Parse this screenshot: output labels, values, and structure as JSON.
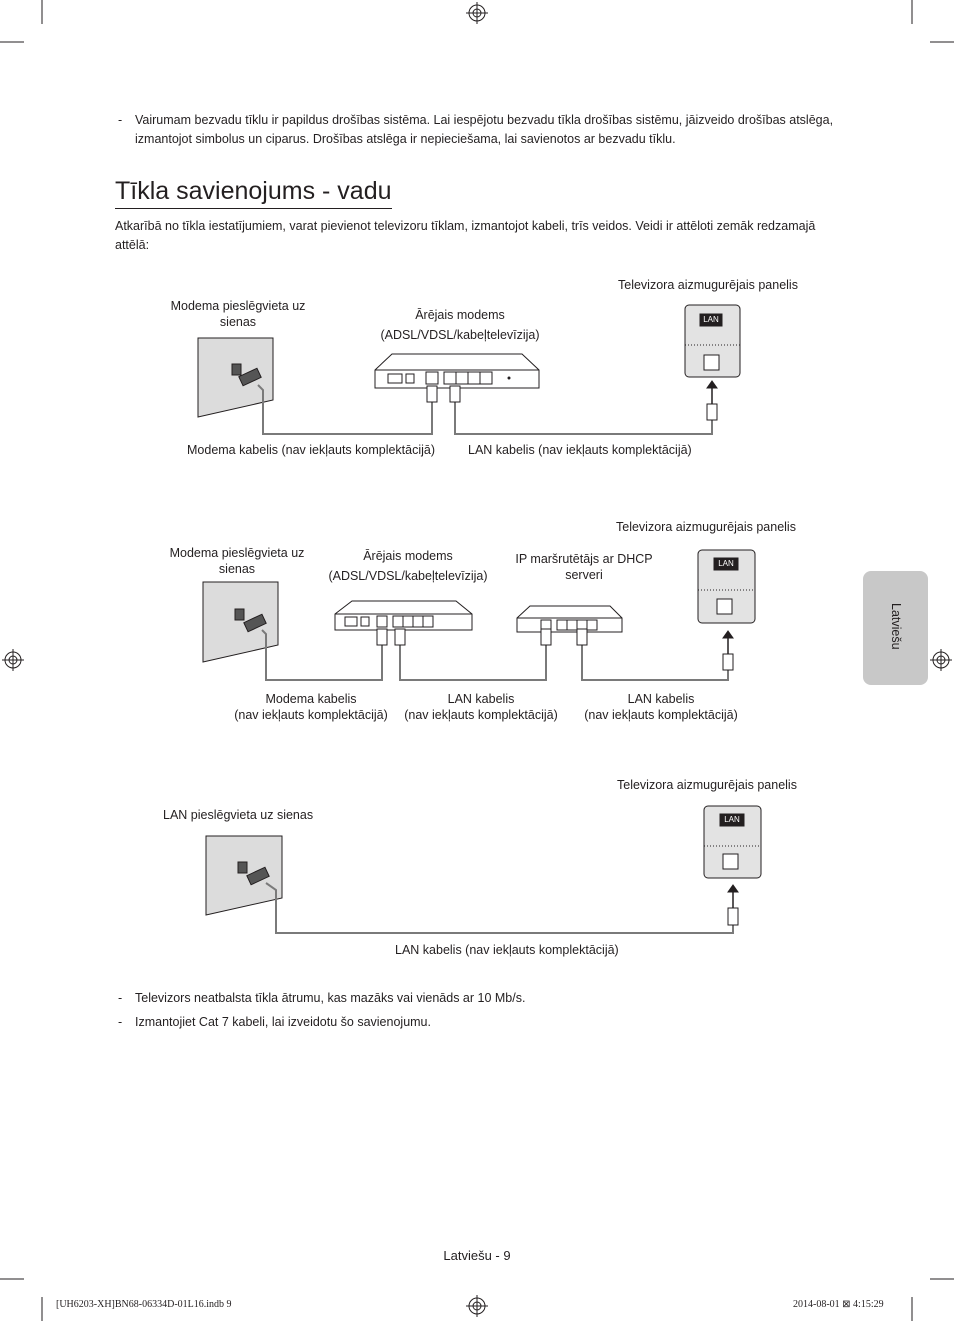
{
  "intro_bullet": "Vairumam bezvadu tīklu ir papildus drošības sistēma. Lai iespējotu bezvadu tīkla drošības sistēmu, jāizveido drošības atslēga, izmantojot simbolus un ciparus. Drošības atslēga ir nepieciešama, lai savienotos ar bezvadu tīklu.",
  "title": "Tīkla savienojums - vadu",
  "description": "Atkarībā no tīkla iestatījumiem, varat pievienot televizoru tīklam, izmantojot kabeli, trīs veidos. Veidi ir attēloti zemāk redzamajā attēlā:",
  "diagram1": {
    "tv_panel": "Televizora aizmugurējais panelis",
    "wall_port": "Modema pieslēgvieta uz sienas",
    "modem": "Ārējais modems",
    "modem_type": "(ADSL/VDSL/kabeļtelevīzija)",
    "modem_cable": "Modema kabelis (nav iekļauts komplektācijā)",
    "lan_cable": "LAN kabelis (nav iekļauts komplektācijā)",
    "lan_label": "LAN"
  },
  "diagram2": {
    "tv_panel": "Televizora aizmugurējais panelis",
    "wall_port": "Modema pieslēgvieta uz sienas",
    "modem": "Ārējais modems",
    "modem_type": "(ADSL/VDSL/kabeļtelevīzija)",
    "router": "IP maršrutētājs ar DHCP serveri",
    "modem_cable": "Modema kabelis",
    "modem_cable_note": "(nav iekļauts komplektācijā)",
    "lan_cable_a": "LAN kabelis",
    "lan_cable_a_note": "(nav iekļauts komplektācijā)",
    "lan_cable_b": "LAN kabelis",
    "lan_cable_b_note": "(nav iekļauts komplektācijā)",
    "lan_label": "LAN"
  },
  "diagram3": {
    "tv_panel": "Televizora aizmugurējais panelis",
    "wall_port": "LAN pieslēgvieta uz sienas",
    "lan_cable": "LAN kabelis (nav iekļauts komplektācijā)",
    "lan_label": "LAN"
  },
  "notes": [
    "Televizors neatbalsta tīkla ātrumu, kas mazāks vai vienāds ar 10 Mb/s.",
    "Izmantojiet Cat 7 kabeli, lai izveidotu šo savienojumu."
  ],
  "bullet_dash": "-",
  "side_tab": "Latviešu",
  "page_number": "Latviešu - 9",
  "footer_left": "[UH6203-XH]BN68-06334D-01L16.indb   9",
  "footer_right": "2014-08-01   ⊠ 4:15:29"
}
